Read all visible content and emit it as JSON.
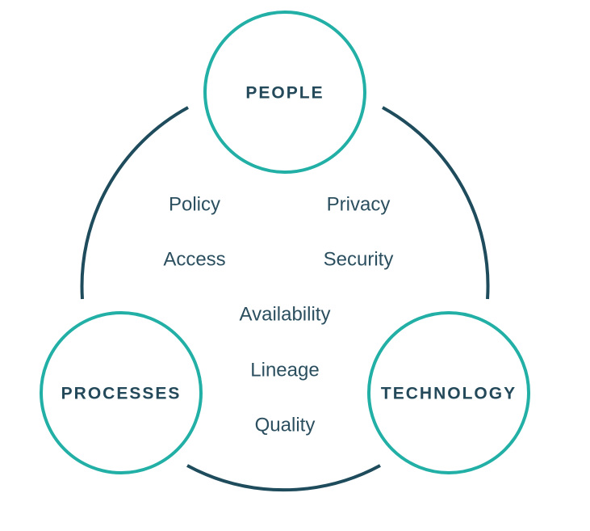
{
  "colors": {
    "circle_stroke": "#22b0a6",
    "arc_stroke": "#1f4c5c",
    "node_text": "#23495a",
    "term_text": "#2b4f5f"
  },
  "nodes": {
    "people": "PEOPLE",
    "processes": "PROCESSES",
    "technology": "TECHNOLOGY"
  },
  "terms": {
    "policy": "Policy",
    "privacy": "Privacy",
    "access": "Access",
    "security": "Security",
    "availability": "Availability",
    "lineage": "Lineage",
    "quality": "Quality"
  }
}
